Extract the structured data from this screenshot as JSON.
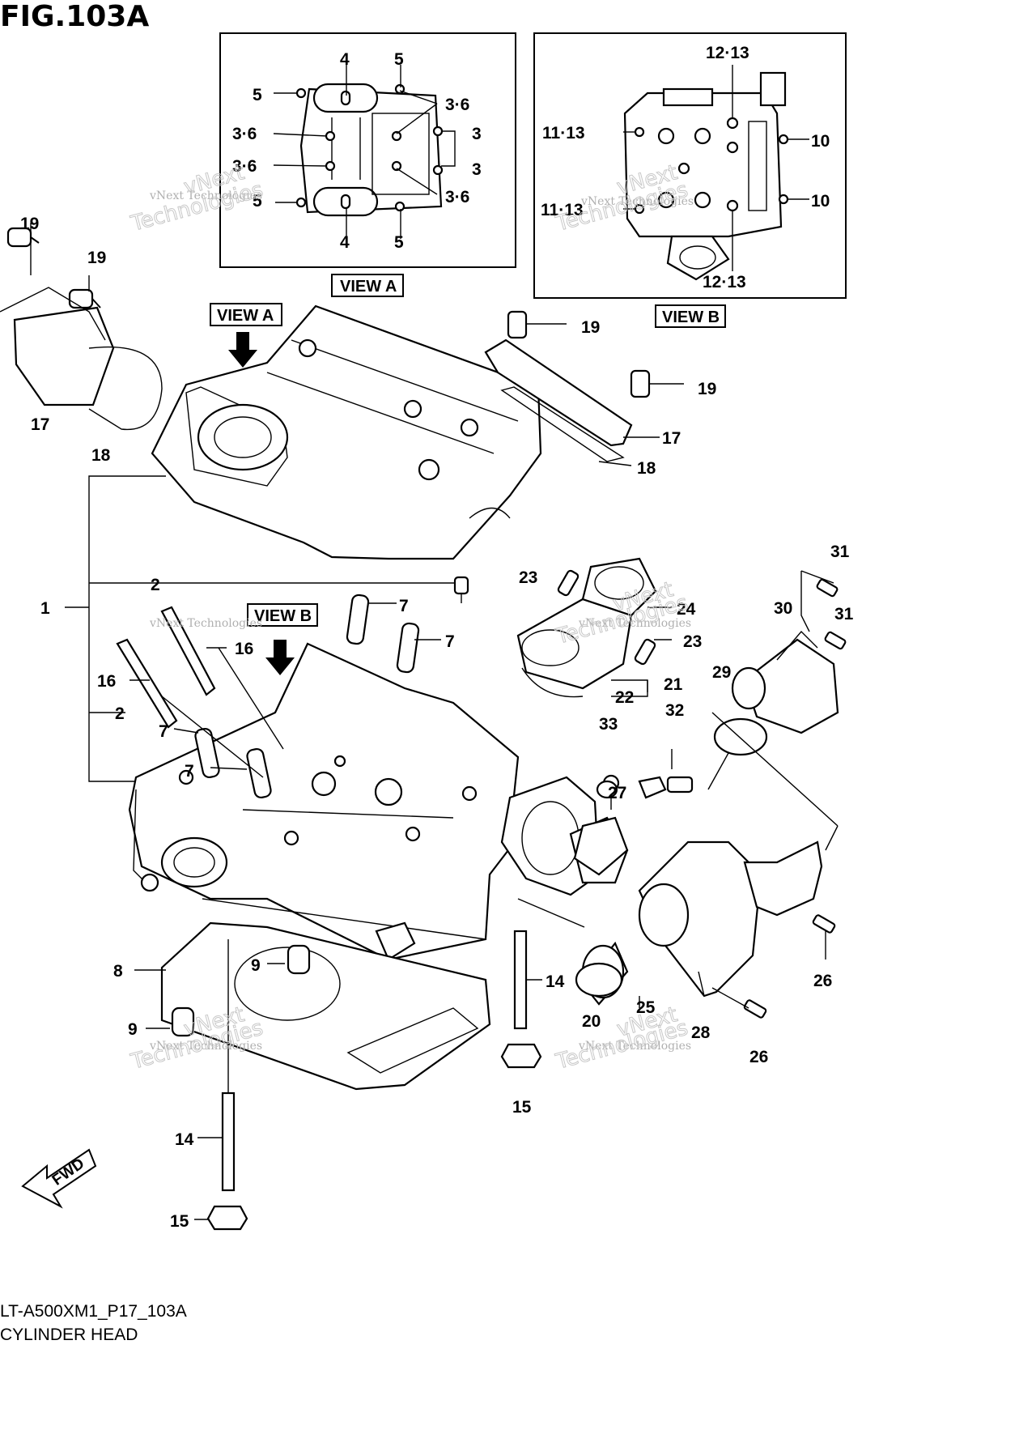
{
  "figure": {
    "title": "FIG.103A",
    "model_code": "LT-A500XM1_P17_103A",
    "caption": "CYLINDER HEAD"
  },
  "view_labels": [
    "VIEW A",
    "VIEW B",
    "VIEW A",
    "VIEW B"
  ],
  "fwd_label": "FWD",
  "watermark": {
    "line1": "vNext Technologies",
    "line2": "vNext",
    "line3": "Technologies"
  },
  "callouts": {
    "viewA": [
      "4",
      "5",
      "5",
      "3·6",
      "3·6",
      "3",
      "3·6",
      "3",
      "5",
      "3·6",
      "4",
      "5"
    ],
    "viewB": [
      "12·13",
      "11·13",
      "10",
      "11·13",
      "10",
      "12·13"
    ],
    "main": [
      "19",
      "19",
      "17",
      "18",
      "19",
      "19",
      "17",
      "18",
      "1",
      "2",
      "16",
      "16",
      "7",
      "7",
      "2",
      "7",
      "7",
      "8",
      "9",
      "9",
      "14",
      "15",
      "14",
      "15",
      "20",
      "23",
      "24",
      "23",
      "21",
      "22",
      "31",
      "30",
      "31",
      "29",
      "33",
      "32",
      "27",
      "25",
      "28",
      "26",
      "26"
    ]
  }
}
